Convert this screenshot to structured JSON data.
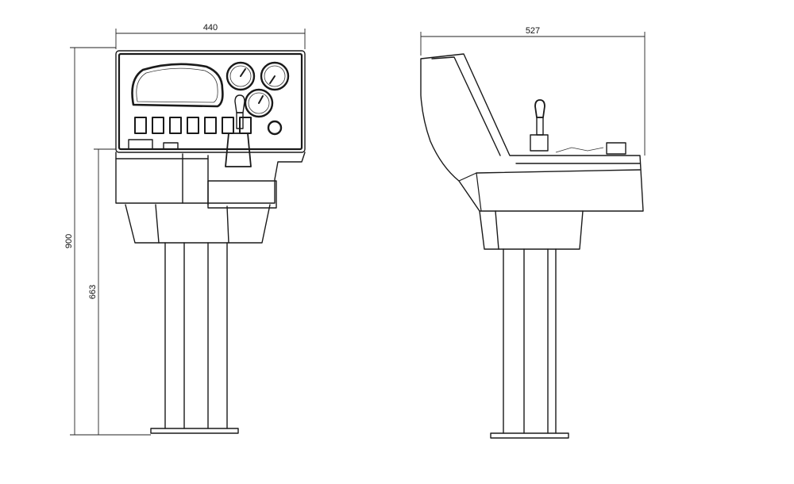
{
  "dimensions": {
    "front_width": "440",
    "side_width": "527",
    "total_height": "900",
    "console_height": "663"
  },
  "colors": {
    "line": "#1a1a1a",
    "background": "#ffffff"
  }
}
